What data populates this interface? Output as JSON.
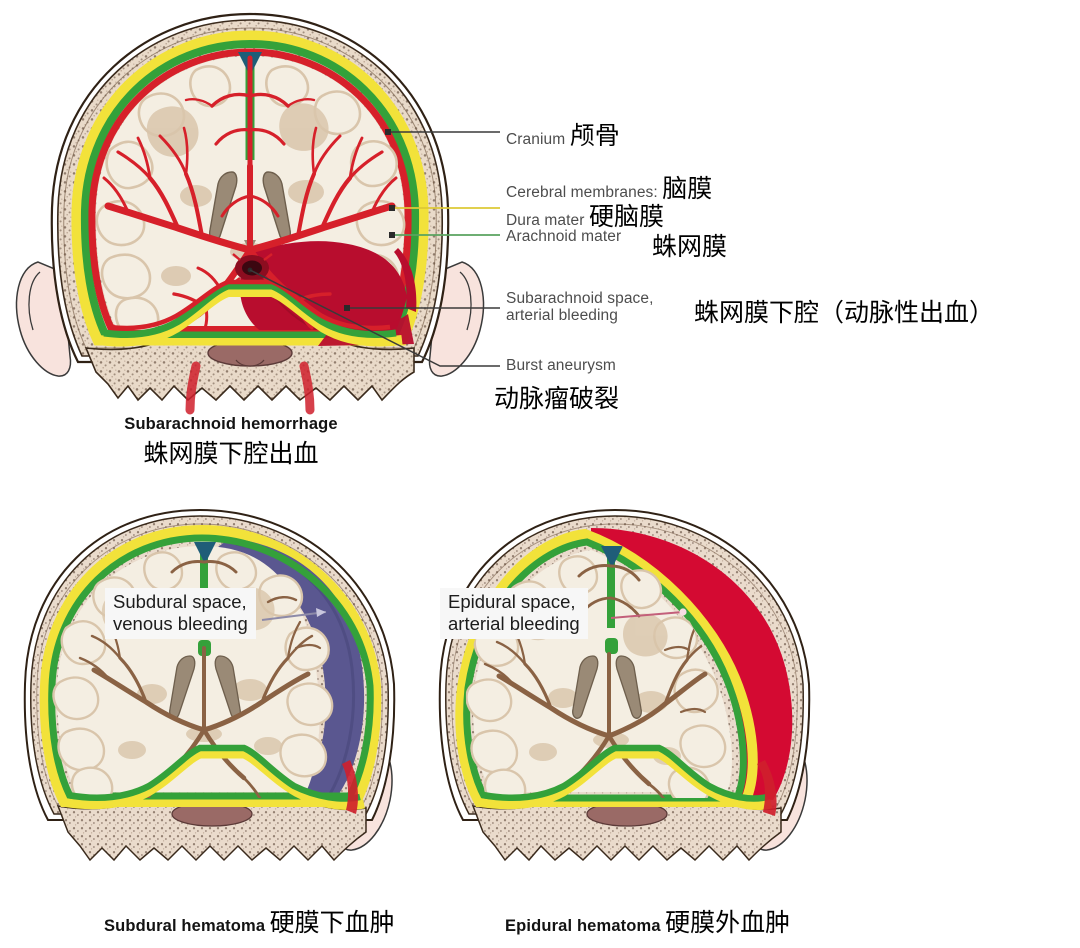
{
  "figure": {
    "title_implicit": "Types of intracranial hemorrhage",
    "colors": {
      "cranium_bone": "#e8d9c8",
      "dura_mater": "#f2e23a",
      "arachnoid_mater": "#34a13a",
      "artery_red": "#d6202a",
      "subarachnoid_blood": "#b80d2e",
      "subdural_blood": "#5a5790",
      "epidural_blood": "#d40a32",
      "brain_cream": "#f4eee2",
      "brain_tan": "#d9c5ab",
      "ventricle": "#9a8a76",
      "leader_gray": "#3a3a3a",
      "skin_pink": "#f6dcd6"
    }
  },
  "top_panel": {
    "caption": {
      "en": "Subarachnoid hemorrhage",
      "cn": "蛛网膜下腔出血"
    },
    "annotations": [
      {
        "id": "cranium",
        "en": "Cranium",
        "cn": "颅骨",
        "leader_color": "#3a3a3a"
      },
      {
        "id": "membranes",
        "en": "Cerebral membranes:",
        "cn": "脑膜",
        "leader_color": "none"
      },
      {
        "id": "dura",
        "en": "Dura mater",
        "cn": "硬脑膜",
        "leader_color": "#e0cf33"
      },
      {
        "id": "arachnoid",
        "en": "Arachnoid mater",
        "cn": "蛛网膜",
        "leader_color": "#4a9b4f"
      },
      {
        "id": "subarachnoid",
        "en_line1": "Subarachnoid space,",
        "en_line2": "arterial bleeding",
        "cn": "蛛网膜下腔（动脉性出血）",
        "leader_color": "#3a3a3a"
      },
      {
        "id": "aneurysm",
        "en": "Burst aneurysm",
        "cn": "动脉瘤破裂",
        "leader_color": "#3a3a3a"
      }
    ]
  },
  "bottom_left_panel": {
    "callout": {
      "line1": "Subdural space,",
      "line2": "venous bleeding"
    },
    "caption": {
      "en": "Subdural hematoma",
      "cn": "硬膜下血肿"
    }
  },
  "bottom_right_panel": {
    "callout": {
      "line1": "Epidural space,",
      "line2": "arterial bleeding"
    },
    "caption": {
      "en": "Epidural hematoma",
      "cn": "硬膜外血肿"
    }
  }
}
